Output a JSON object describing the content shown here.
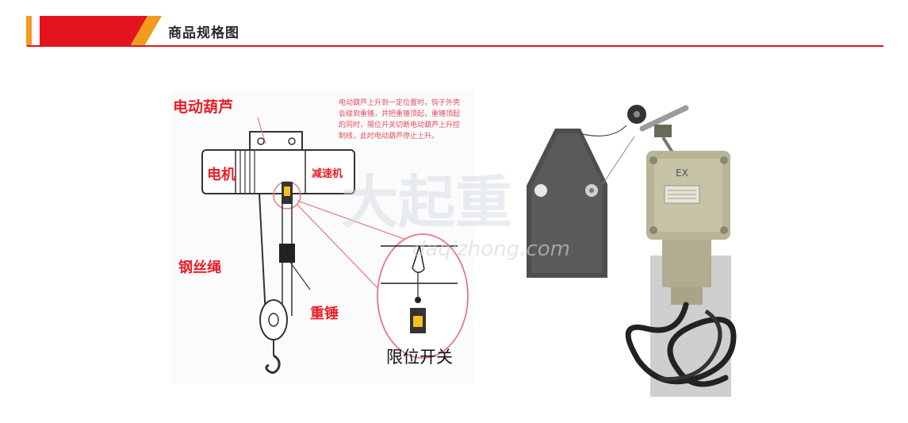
{
  "header": {
    "title": "商品规格图",
    "colors": {
      "accent_red": "#e4141e",
      "accent_orange": "#f29b1f"
    }
  },
  "diagram": {
    "labels": {
      "hoist": "电动葫芦",
      "motor": "电机",
      "reducer": "减速机",
      "wire_rope": "钢丝绳",
      "weight": "重锤",
      "limit_switch": "限位开关"
    },
    "note_lines": [
      "电动葫芦上升到一定位置时，钩子外壳",
      "会碰到重锤，并把重锤顶起，重锤顶起",
      "的同时，限位开关切断电动葫芦上升控",
      "制线，此时电动葫芦停止上升。"
    ]
  },
  "watermark": {
    "text": "大起重",
    "url": "daqizhong.com"
  },
  "photo": {
    "plate_mark": "EX"
  }
}
